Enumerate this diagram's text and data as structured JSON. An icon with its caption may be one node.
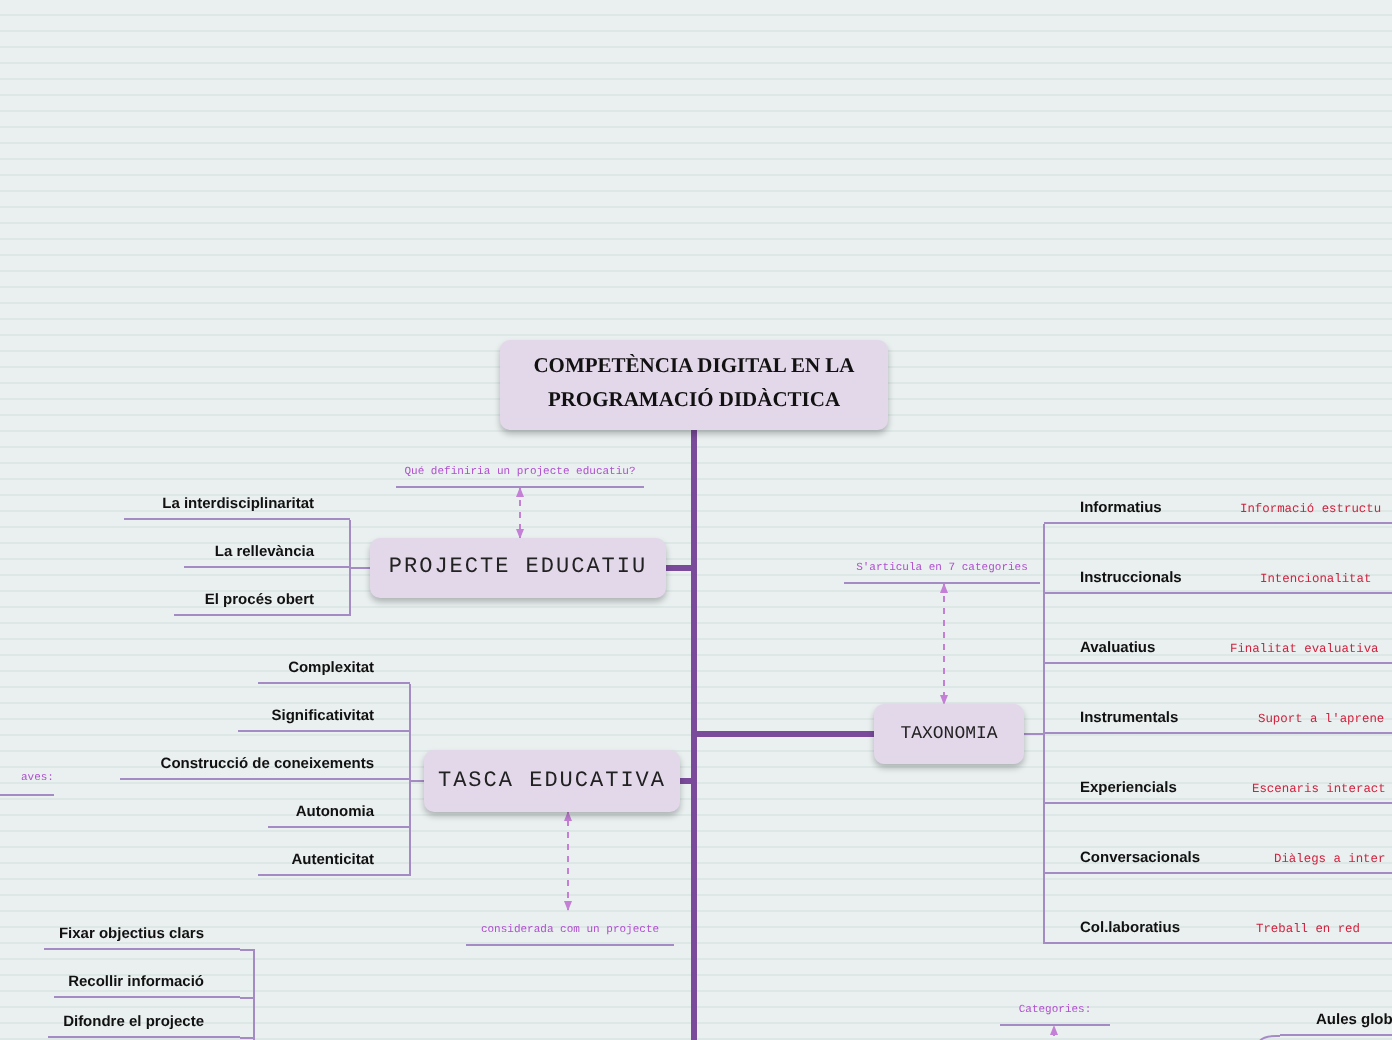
{
  "diagram": {
    "nodes": [
      {
        "text": [
          "COMPETÈNCIA DIGITAL EN LA PROGRAMACIÓ DIDÀCTICA"
        ]
      },
      {
        "text": [
          "Qué definiria un projecte educatiu?"
        ]
      },
      {
        "text": [
          "PROJECTE EDUCATIU"
        ]
      },
      {
        "text": [
          "La interdisciplinaritat"
        ]
      },
      {
        "text": [
          "La rellevància"
        ]
      },
      {
        "text": [
          "El procés obert"
        ]
      },
      {
        "text": [
          "TASCA EDUCATIVA"
        ]
      },
      {
        "text": [
          "Complexitat"
        ]
      },
      {
        "text": [
          "Significativitat"
        ]
      },
      {
        "text": [
          "Construcció de coneixements"
        ]
      },
      {
        "text": [
          "Autonomia"
        ]
      },
      {
        "text": [
          "Autenticitat"
        ]
      },
      {
        "text": [
          "considerada com un projecte"
        ]
      },
      {
        "text": [
          "Fixar objectius clars"
        ]
      },
      {
        "text": [
          "Recollir informació"
        ]
      },
      {
        "text": [
          "Difondre el projecte"
        ]
      },
      {
        "text": [
          "TAXONOMIA"
        ]
      },
      {
        "text": [
          "S'articula en 7 categories"
        ]
      },
      {
        "text": [
          "Informatius"
        ],
        "beside": [
          "Informació estructu"
        ]
      },
      {
        "text": [
          "Instruccionals"
        ],
        "beside": [
          "Intencionalitat"
        ]
      },
      {
        "text": [
          "Avaluatius"
        ],
        "beside": [
          "Finalitat evaluativa"
        ]
      },
      {
        "text": [
          "Instrumentals"
        ],
        "beside": [
          "Suport a l'aprene"
        ]
      },
      {
        "text": [
          "Experiencials"
        ],
        "beside": [
          "Escenaris interact"
        ]
      },
      {
        "text": [
          "Conversacionals"
        ],
        "beside": [
          "Diàlegs a inter"
        ]
      },
      {
        "text": [
          "Col.laboratius"
        ],
        "beside": [
          "Treball en red"
        ]
      },
      {
        "text": [
          "Categories:"
        ]
      },
      {
        "text": [
          "Aules glob"
        ]
      }
    ],
    "edges": [
      {
        "from": 0,
        "to": 2,
        "arrow": "none",
        "style": "thick",
        "color": "#7a4b9b"
      },
      {
        "from": 0,
        "to": 6,
        "arrow": "none",
        "style": "thick",
        "color": "#7a4b9b"
      },
      {
        "from": 0,
        "to": 16,
        "arrow": "none",
        "style": "thick",
        "color": "#7a4b9b"
      },
      {
        "from": 0,
        "to": null,
        "arrow": "none",
        "style": "thick",
        "color": "#7a4b9b"
      },
      {
        "from": 1,
        "to": 2,
        "arrow": "both",
        "style": "dashed",
        "color": "#c47fd6"
      },
      {
        "from": 2,
        "to": 3,
        "arrow": "none"
      },
      {
        "from": 2,
        "to": 4,
        "arrow": "none"
      },
      {
        "from": 2,
        "to": 5,
        "arrow": "none"
      },
      {
        "from": 6,
        "to": 7,
        "arrow": "none"
      },
      {
        "from": 6,
        "to": 8,
        "arrow": "none"
      },
      {
        "from": 6,
        "to": 9,
        "arrow": "none"
      },
      {
        "from": 6,
        "to": 10,
        "arrow": "none"
      },
      {
        "from": 6,
        "to": 11,
        "arrow": "none"
      },
      {
        "from": 12,
        "to": 6,
        "arrow": "both",
        "style": "dashed",
        "color": "#c47fd6"
      },
      {
        "from": null,
        "to": 13,
        "arrow": "none"
      },
      {
        "from": null,
        "to": 14,
        "arrow": "none"
      },
      {
        "from": null,
        "to": 15,
        "arrow": "none"
      },
      {
        "from": 17,
        "to": 16,
        "arrow": "both",
        "style": "dashed",
        "color": "#c47fd6"
      },
      {
        "from": 16,
        "to": 18,
        "arrow": "none"
      },
      {
        "from": 16,
        "to": 19,
        "arrow": "none"
      },
      {
        "from": 16,
        "to": 20,
        "arrow": "none"
      },
      {
        "from": 16,
        "to": 21,
        "arrow": "none"
      },
      {
        "from": 16,
        "to": 22,
        "arrow": "none"
      },
      {
        "from": 16,
        "to": 23,
        "arrow": "none"
      },
      {
        "from": 16,
        "to": 24,
        "arrow": "none"
      },
      {
        "from": null,
        "to": 25,
        "arrow": "to",
        "style": "dashed",
        "color": "#c47fd6"
      },
      {
        "from": null,
        "to": 26,
        "arrow": "none"
      }
    ],
    "labels": [
      "aves:"
    ]
  }
}
